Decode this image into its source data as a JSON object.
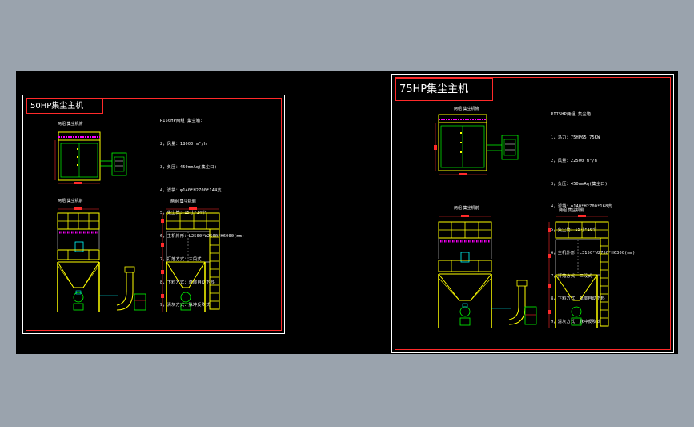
{
  "colors": {
    "background": "#9aa3ad",
    "canvas": "#000000",
    "frame": "#ff2a2a",
    "structure": "#ffff00",
    "pipe": "#00ffff",
    "filter": "#ff00ff",
    "dimension": "#ff2a2a",
    "text": "#ffffff",
    "casing": "#00ff00"
  },
  "sheets": [
    {
      "title": "50HP集尘主机",
      "specs": [
        "RI50HP两组 集尘箱：",
        "2，风量：18000 m³/h",
        "3，负压：450mmAq(集尘口)",
        "4，滤袋：φ140*H2700*144支",
        "5，集尘筒：15寸*14个",
        "6，主机外形：L2500*W2500*H6000(mm)",
        "7，打落方式：三段式",
        "8，下料方式：单座自动下料",
        "9，清灰方式：脉冲反吹式"
      ],
      "views": {
        "top": "两组 集尘机俯",
        "front": "两组 集尘机前",
        "side": "两组 集尘机侧"
      }
    },
    {
      "title": "75HP集尘主机",
      "specs": [
        "RI75HP两组 集尘箱：",
        "1，马力：75HP65.75KW",
        "2，风量：22500 m³/h",
        "3，负压：450mmAq(集尘口)",
        "4，滤袋：φ140*H2700*168支",
        "5，集尘筒：15寸*16个",
        "6，主机外形：L3150*W2750*H6300(mm)",
        "7，打落方式：三段式",
        "8，下料方式：单座自动下料",
        "9，清灰方式：脉冲反吹式"
      ],
      "views": {
        "top": "两组 集尘机俯",
        "front": "两组 集尘机前",
        "side": "两组 集尘机侧"
      }
    }
  ]
}
